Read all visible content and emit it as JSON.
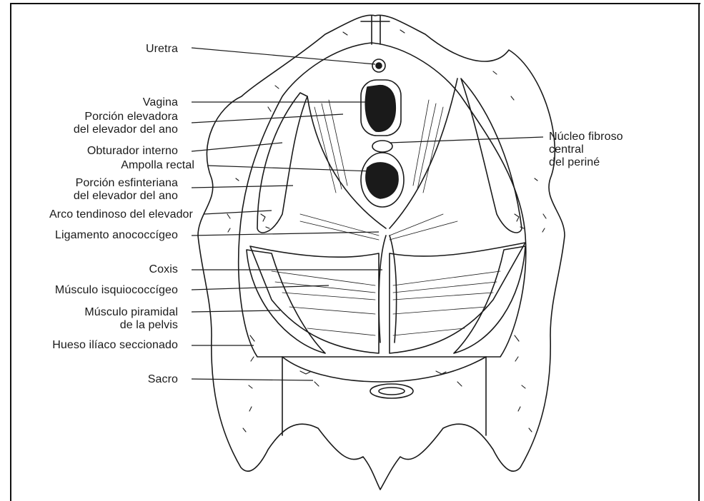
{
  "figure": {
    "labels_left": [
      {
        "id": "uretra",
        "lines": [
          "Uretra"
        ]
      },
      {
        "id": "vagina",
        "lines": [
          "Vagina"
        ]
      },
      {
        "id": "porcion-elevadora",
        "lines": [
          "Porción elevadora",
          "del elevador del ano"
        ]
      },
      {
        "id": "obturador",
        "lines": [
          "Obturador interno"
        ]
      },
      {
        "id": "ampolla",
        "lines": [
          "Ampolla rectal"
        ]
      },
      {
        "id": "porcion-esfinteriana",
        "lines": [
          "Porción esfinteriana",
          "del elevador del ano"
        ]
      },
      {
        "id": "arco",
        "lines": [
          "Arco tendinoso del elevador"
        ]
      },
      {
        "id": "ligamento",
        "lines": [
          "Ligamento anococcígeo"
        ]
      },
      {
        "id": "coxis",
        "lines": [
          "Coxis"
        ]
      },
      {
        "id": "isquiococcigeo",
        "lines": [
          "Músculo isquiococcígeo"
        ]
      },
      {
        "id": "piramidal",
        "lines": [
          "Músculo piramidal",
          "de la pelvis"
        ]
      },
      {
        "id": "hueso",
        "lines": [
          "Hueso ilíaco seccionado"
        ]
      },
      {
        "id": "sacro",
        "lines": [
          "Sacro"
        ]
      }
    ],
    "labels_right": [
      {
        "id": "nucleo",
        "lines": [
          "Núcleo fibroso",
          "central",
          "del periné"
        ]
      }
    ]
  }
}
